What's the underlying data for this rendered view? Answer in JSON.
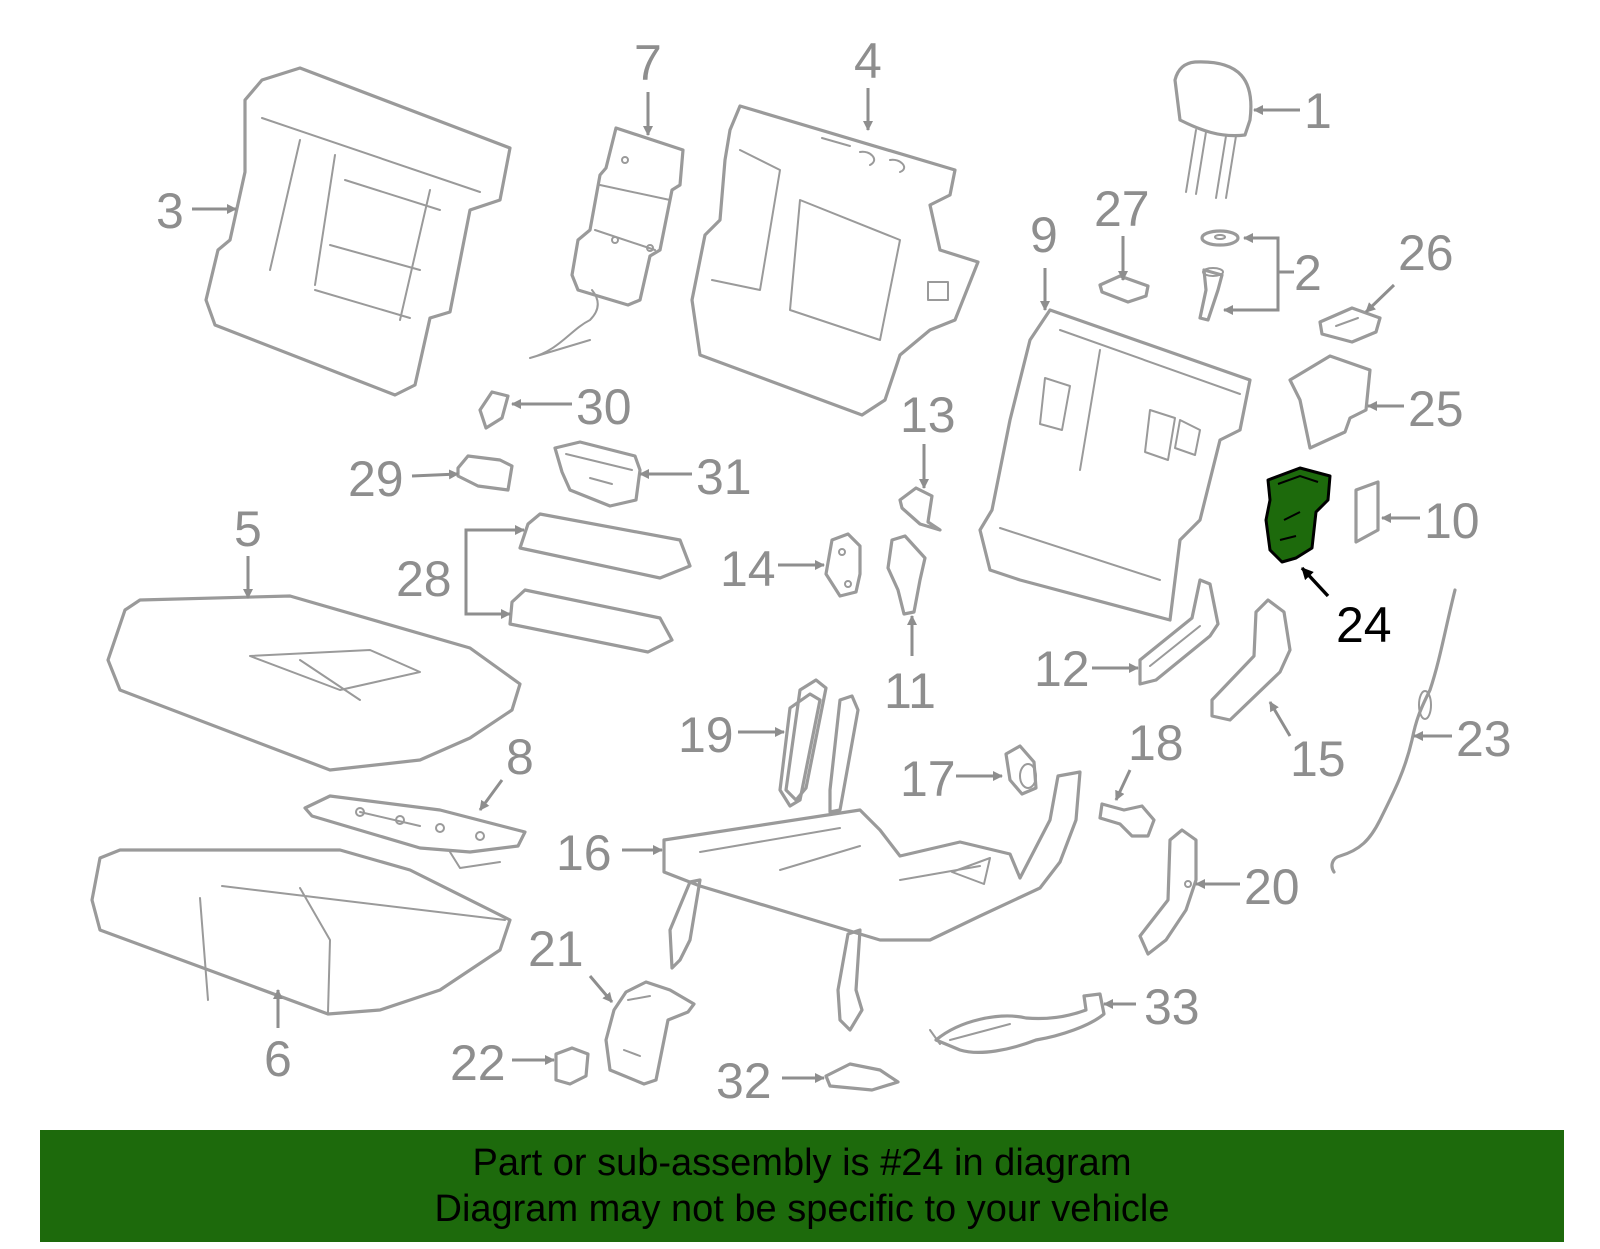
{
  "diagram": {
    "highlight_color": "#1d6a0c",
    "line_color": "#9a9a9a",
    "highlighted_part": "24",
    "callouts": [
      "1",
      "2",
      "3",
      "4",
      "5",
      "6",
      "7",
      "8",
      "9",
      "10",
      "11",
      "12",
      "13",
      "14",
      "15",
      "16",
      "17",
      "18",
      "19",
      "20",
      "21",
      "22",
      "23",
      "24",
      "25",
      "26",
      "27",
      "28",
      "29",
      "30",
      "31",
      "32",
      "33"
    ]
  },
  "banner": {
    "background_color": "#1d6a0c",
    "line1": "Part or sub-assembly is #24 in diagram",
    "line2": "Diagram may not be specific to your vehicle"
  }
}
